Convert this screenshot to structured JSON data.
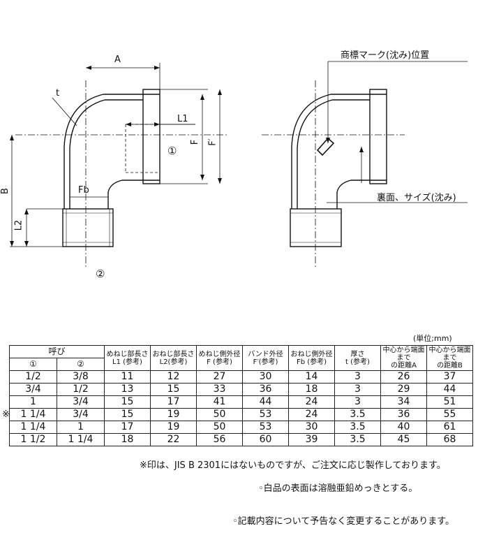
{
  "drawing": {
    "left_labels": {
      "A": "A",
      "t": "t",
      "L1": "L1",
      "F": "F",
      "F_prime": "F′",
      "circle1": "①",
      "B": "B",
      "Fb": "Fb",
      "L2": "L2",
      "circle2": "②"
    },
    "right_labels": {
      "brand_mark": "商標マーク(沈み)位置",
      "size_mark": "裏面、サイズ(沈み)"
    }
  },
  "table": {
    "unit": "(単位;mm)",
    "headers": {
      "yobi": "呼び",
      "col1": "①",
      "col2": "②",
      "L1": [
        "めねじ部長さ",
        "L1 (参考)"
      ],
      "L2": [
        "おねじ部長さ",
        "L2(参考)"
      ],
      "F": [
        "めねじ側外径",
        "F (参考)"
      ],
      "Fp": [
        "バンド外径",
        "F′(参考)"
      ],
      "Fb": [
        "おねじ側外径",
        "Fb (参考)"
      ],
      "t": [
        "厚さ",
        "t (参考)"
      ],
      "A": [
        "中心から端面まで",
        "の距離A"
      ],
      "B": [
        "中心から端面まで",
        "の距離B"
      ]
    },
    "rows": [
      [
        "1/2",
        "3/8",
        "11",
        "12",
        "27",
        "30",
        "14",
        "3",
        "26",
        "37"
      ],
      [
        "3/4",
        "1/2",
        "13",
        "15",
        "33",
        "36",
        "18",
        "3",
        "29",
        "44"
      ],
      [
        "1",
        "3/4",
        "15",
        "17",
        "41",
        "44",
        "24",
        "3",
        "34",
        "51"
      ],
      [
        "1 1/4",
        "3/4",
        "15",
        "19",
        "50",
        "53",
        "24",
        "3.5",
        "36",
        "55"
      ],
      [
        "1 1/4",
        "1",
        "17",
        "19",
        "50",
        "53",
        "30",
        "3.5",
        "40",
        "61"
      ],
      [
        "1 1/2",
        "1 1/4",
        "18",
        "22",
        "56",
        "60",
        "39",
        "3.5",
        "45",
        "68"
      ]
    ],
    "row_mark": "※"
  },
  "notes": {
    "note1": "※印は、JIS B 2301にはないものですが、ご注文に応じ製作しております。",
    "note2": "◦白品の表面は溶融亜鉛めっきとする。",
    "note3": "◦記載内容について予告なく変更することがあります。"
  }
}
